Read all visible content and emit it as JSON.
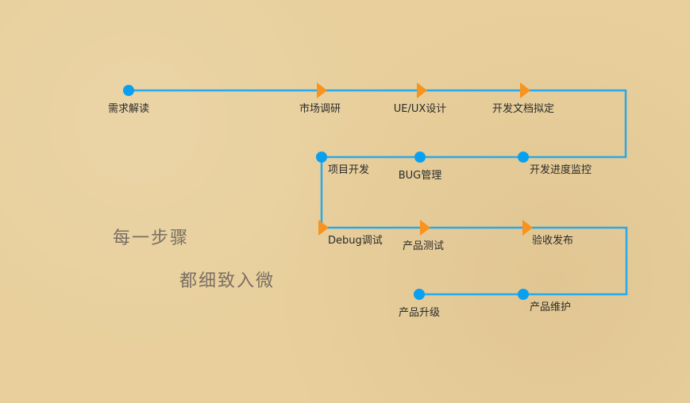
{
  "colors": {
    "background": "#e8cf9c",
    "line": "#29a8ea",
    "dot": "#0aa0f0",
    "arrow": "#f7931e",
    "label": "#2b2b2b",
    "slogan": "#7a6f62"
  },
  "steps": [
    {
      "label": "需求解读",
      "marker": "dot"
    },
    {
      "label": "市场调研",
      "marker": "arrow"
    },
    {
      "label": "UE/UX设计",
      "marker": "arrow"
    },
    {
      "label": "开发文档拟定",
      "marker": "arrow"
    },
    {
      "label": "开发进度监控",
      "marker": "dot"
    },
    {
      "label": "BUG管理",
      "marker": "dot"
    },
    {
      "label": "项目开发",
      "marker": "dot"
    },
    {
      "label": "Debug调试",
      "marker": "arrow"
    },
    {
      "label": "产品测试",
      "marker": "arrow"
    },
    {
      "label": "验收发布",
      "marker": "arrow"
    },
    {
      "label": "产品维护",
      "marker": "dot"
    },
    {
      "label": "产品升级",
      "marker": "dot"
    }
  ],
  "slogan": {
    "line1": "每一步骤",
    "line2": "都细致入微"
  }
}
